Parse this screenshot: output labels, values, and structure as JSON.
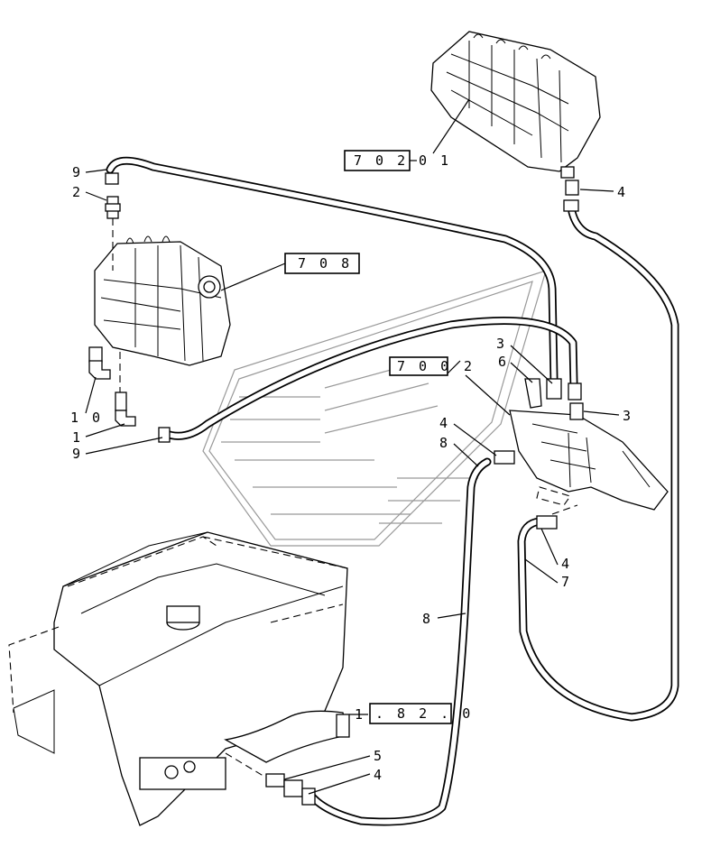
{
  "reference_boxes": [
    {
      "id": "ref-702",
      "text": "7 0 2",
      "suffix": "0 1"
    },
    {
      "id": "ref-708",
      "text": "7 0 8",
      "suffix": ""
    },
    {
      "id": "ref-700",
      "text": "7 0 0",
      "suffix": "2"
    },
    {
      "id": "ref-1820",
      "text": ". 8 2 . 0",
      "prefix": "1"
    }
  ],
  "callouts": {
    "c9a": "9",
    "c2a": "2",
    "c10": "1 0",
    "c1": "1",
    "c9b": "9",
    "c4a": "4",
    "c3a": "3",
    "c6": "6",
    "c3b": "3",
    "c2b": "2",
    "c4b": "4",
    "c8a": "8",
    "c4c": "4",
    "c7": "7",
    "c8b": "8",
    "c5": "5",
    "c4d": "4"
  }
}
